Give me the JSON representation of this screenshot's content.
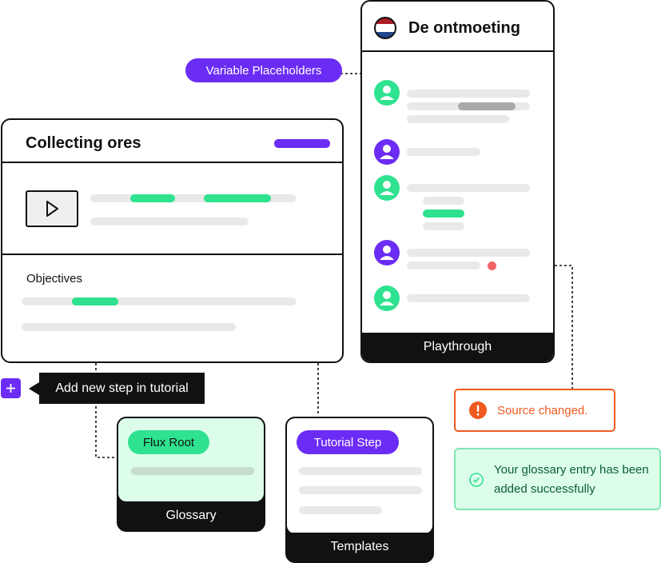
{
  "tags": {
    "variable_placeholders": "Variable Placeholders"
  },
  "collecting_card": {
    "title": "Collecting ores",
    "objectives_label": "Objectives"
  },
  "playthrough_card": {
    "title": "De ontmoeting",
    "footer": "Playthrough"
  },
  "tooltip": {
    "text": "Add new step in tutorial"
  },
  "glossary_card": {
    "pill": "Flux Root",
    "footer": "Glossary"
  },
  "templates_card": {
    "pill": "Tutorial Step",
    "footer": "Templates"
  },
  "notifications": {
    "source_changed": "Source changed.",
    "glossary_added": "Your glossary entry has been added successfully"
  },
  "colors": {
    "purple": "#6b2cf5",
    "green": "#2ee28f",
    "orange": "#ef5a1f",
    "success_bg": "#dcfdea",
    "success_text": "#0b5c3b"
  }
}
